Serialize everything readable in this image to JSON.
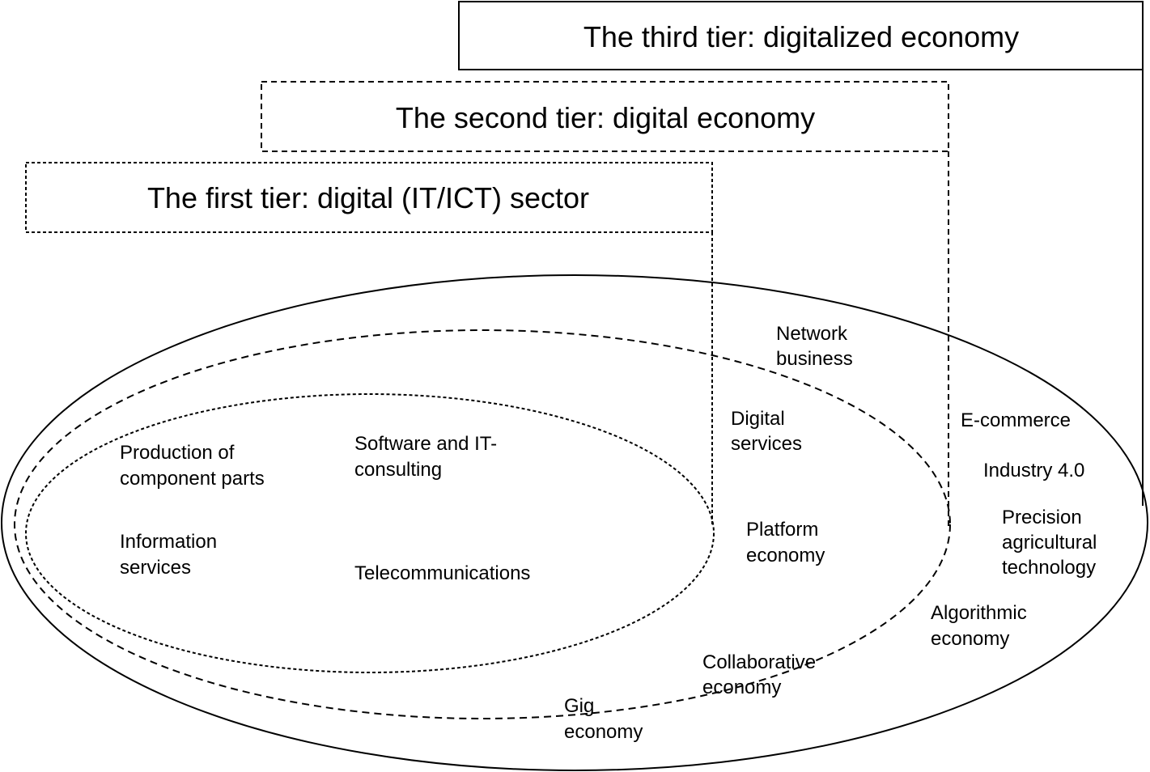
{
  "tiers": {
    "third": "The third tier: digitalized economy",
    "second": "The second tier: digital economy",
    "first": "The first tier: digital (IT/ICT) sector"
  },
  "first_tier_items": [
    [
      "Production of",
      "component parts"
    ],
    [
      "Software and IT-",
      "consulting"
    ],
    [
      "Information",
      "services"
    ],
    [
      "Telecommunications"
    ]
  ],
  "second_tier_items": [
    [
      "Network",
      "business"
    ],
    [
      "Digital",
      "services"
    ],
    [
      "Platform",
      "economy"
    ],
    [
      "Collaborative",
      "economy"
    ],
    [
      "Gig",
      "economy"
    ]
  ],
  "third_tier_items": [
    [
      "E-commerce"
    ],
    [
      "Industry 4.0"
    ],
    [
      "Precision",
      "agricultural",
      "technology"
    ],
    [
      "Algorithmic",
      "economy"
    ]
  ]
}
